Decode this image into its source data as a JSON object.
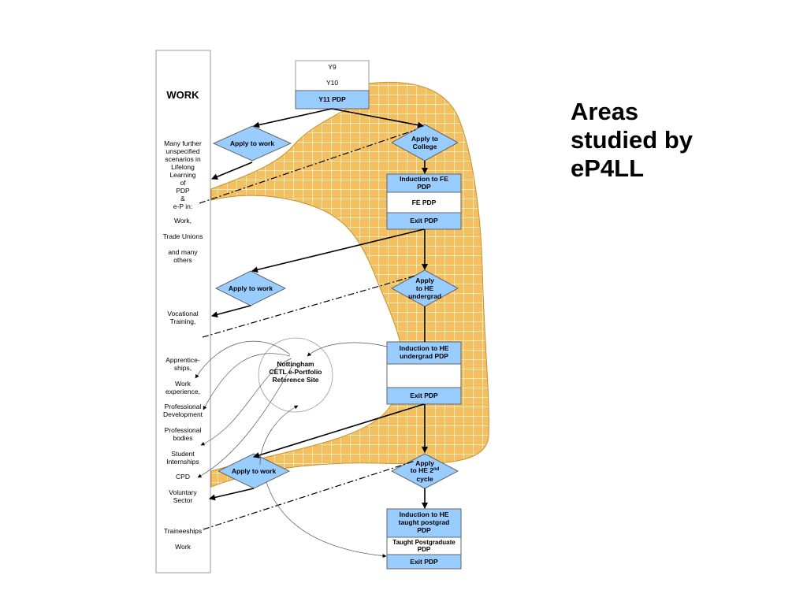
{
  "title_lines": [
    "Areas",
    "studied by",
    "eP4LL"
  ],
  "colors": {
    "band_fill": "#F2C060",
    "band_grid": "#FFFFFF",
    "box_blue": "#99CCFF",
    "line": "#000000"
  },
  "work_panel": {
    "heading": "WORK",
    "intro_lines": [
      "Many further",
      "unspecified",
      "scenarios in",
      "Lifelong",
      "Learning",
      "of",
      "PDP",
      "&",
      "e-P in:"
    ],
    "items": [
      [
        "Work,"
      ],
      [
        "Trade Unions"
      ],
      [
        "and many",
        "others"
      ],
      [
        "Vocational",
        "Training,"
      ],
      [
        "Apprentice-",
        "ships,"
      ],
      [
        "Work",
        "experience,"
      ],
      [
        "Professional",
        "Development"
      ],
      [
        "Professional",
        "bodies"
      ],
      [
        "Student",
        "Internships"
      ],
      [
        "CPD"
      ],
      [
        "Voluntary",
        "Sector"
      ],
      [
        "Traineeships"
      ],
      [
        "Work"
      ]
    ]
  },
  "school": {
    "y9": "Y9",
    "y10": "Y10",
    "y11": "Y11 PDP"
  },
  "decisions": {
    "apply_work_1": [
      "Apply to work"
    ],
    "apply_college": [
      "Apply to",
      "College"
    ],
    "apply_work_2": [
      "Apply to work"
    ],
    "apply_he_undergrad": [
      "Apply",
      "to HE",
      "undergrad"
    ],
    "apply_work_3": [
      "Apply to work"
    ],
    "apply_he_2nd_cycle_prefix": "to HE 2",
    "apply_he_2nd_cycle_sup": "nd",
    "apply_he_2nd_cycle_l1": "Apply",
    "apply_he_2nd_cycle_l3": "cycle"
  },
  "fe": {
    "induction": [
      "Induction to FE",
      "PDP"
    ],
    "pdp": "FE PDP",
    "exit": "Exit PDP"
  },
  "he_undergrad": {
    "induction": [
      "Induction to HE",
      "undergrad PDP"
    ],
    "exit": "Exit PDP"
  },
  "he_postgrad": {
    "induction": [
      "Induction to HE",
      "taught postgrad",
      "PDP"
    ],
    "pdp": [
      "Taught Postgraduate",
      "PDP"
    ],
    "exit": "Exit PDP"
  },
  "nottingham": [
    "Nottingham",
    "CETL e-Portfolio",
    "Reference Site"
  ]
}
